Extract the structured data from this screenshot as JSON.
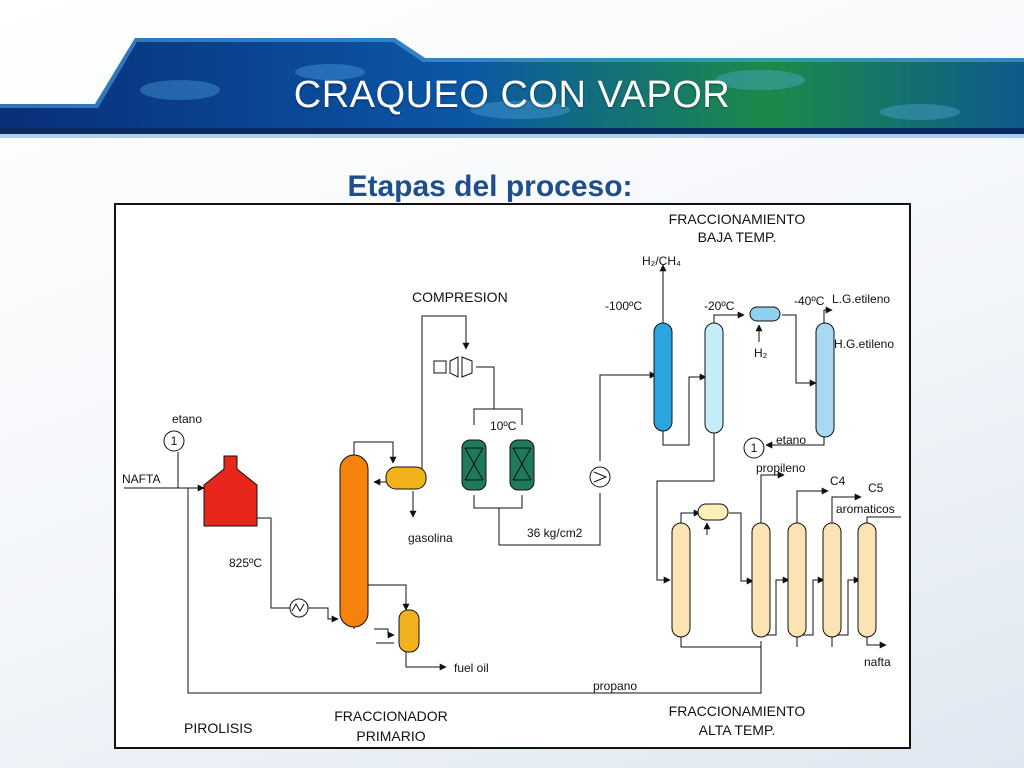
{
  "slide": {
    "title": "CRAQUEO CON VAPOR",
    "subtitle": "Etapas del proceso:"
  },
  "diagram": {
    "sections": {
      "pirolisis": "PIROLISIS",
      "fraccionador_1": "FRACCIONADOR",
      "fraccionador_2": "PRIMARIO",
      "compresion": "COMPRESION",
      "baja_1": "FRACCIONAMIENTO",
      "baja_2": "BAJA TEMP.",
      "alta_1": "FRACCIONAMIENTO",
      "alta_2": "ALTA TEMP."
    },
    "streams": {
      "etano_in": "etano",
      "recycle_marker": "1",
      "nafta_in": "NAFTA",
      "temp_furnace": "825ºC",
      "gasolina": "gasolina",
      "fuel_oil": "fuel oil",
      "temp_dryer": "10ºC",
      "pressure": "36 kg/cm2",
      "h2_ch4": "H₂/CH₄",
      "t_minus100": "-100ºC",
      "t_minus20": "-20ºC",
      "t_minus40": "-40ºC",
      "h2": "H₂",
      "lg_etileno": "L.G.etileno",
      "hg_etileno": "H.G.etileno",
      "etano_out": "etano",
      "propileno": "propileno",
      "c4": "C4",
      "c5": "C5",
      "aromaticos": "aromaticos",
      "nafta_out": "nafta",
      "propano": "propano"
    },
    "colors": {
      "furnace": "#e8261b",
      "primary_column": "#f5820d",
      "accumulator": "#f2b21c",
      "dryer": "#1f7a5c",
      "demethanizer": "#2aa5de",
      "deethanizer": "#c4eef7",
      "splitter": "#a8d8f2",
      "h2_vessel": "#8fd0ee",
      "high_temp_columns": "#fbe3b4",
      "reflux_drum": "#fbf1b8"
    }
  }
}
